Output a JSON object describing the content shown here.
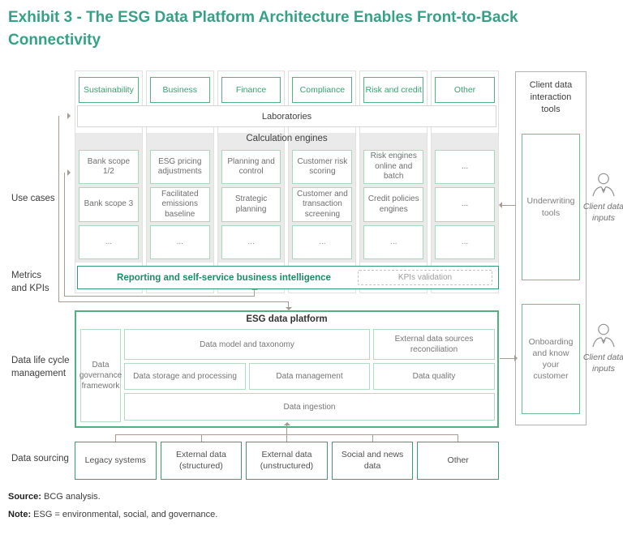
{
  "title": "Exhibit 3 - The ESG Data Platform Architecture Enables Front-to-Back Connectivity",
  "side_labels": {
    "use_cases": "Use cases",
    "metrics": "Metrics and KPIs",
    "lifecycle": "Data life cycle management",
    "sourcing": "Data sourcing"
  },
  "use_cases": {
    "domains": [
      "Sustainability",
      "Business",
      "Finance",
      "Compliance",
      "Risk and credit",
      "Other"
    ],
    "laboratories": "Laboratories",
    "calc_title": "Calculation engines",
    "engine_rows": [
      [
        "Bank scope 1/2",
        "ESG pricing adjustments",
        "Planning and control",
        "Customer risk scoring",
        "Risk engines online and batch",
        "..."
      ],
      [
        "Bank scope 3",
        "Facilitated emissions baseline",
        "Strategic planning",
        "Customer and transaction screening",
        "Credit policies engines",
        "..."
      ],
      [
        "...",
        "...",
        "...",
        "...",
        "...",
        "..."
      ]
    ],
    "reporting": "Reporting and self-service business intelligence",
    "kpis": "KPIs validation"
  },
  "platform": {
    "title": "ESG data platform",
    "governance": "Data governance framework",
    "model": "Data model and taxonomy",
    "reconciliation": "External data sources reconciliation",
    "storage": "Data storage and processing",
    "management": "Data management",
    "quality": "Data quality",
    "ingestion": "Data ingestion"
  },
  "sourcing_boxes": [
    "Legacy systems",
    "External data (structured)",
    "External data (unstructured)",
    "Social and news data",
    "Other"
  ],
  "client_panel": {
    "title": "Client data interaction tools",
    "underwriting": "Underwriting tools",
    "onboarding": "Onboarding and know your customer",
    "client_inputs": "Client data inputs"
  },
  "footer": {
    "source_label": "Source:",
    "source_text": " BCG analysis.",
    "note_label": "Note:",
    "note_text": " ESG = environmental, social, and governance."
  },
  "colors": {
    "title_green": "#35a287",
    "domain_green": "#52b483",
    "platform_border_green": "#4fb180",
    "reporting_green": "#1e8a66",
    "connector_taupe": "#a89b93",
    "calc_band_gray": "#eaeaea"
  }
}
